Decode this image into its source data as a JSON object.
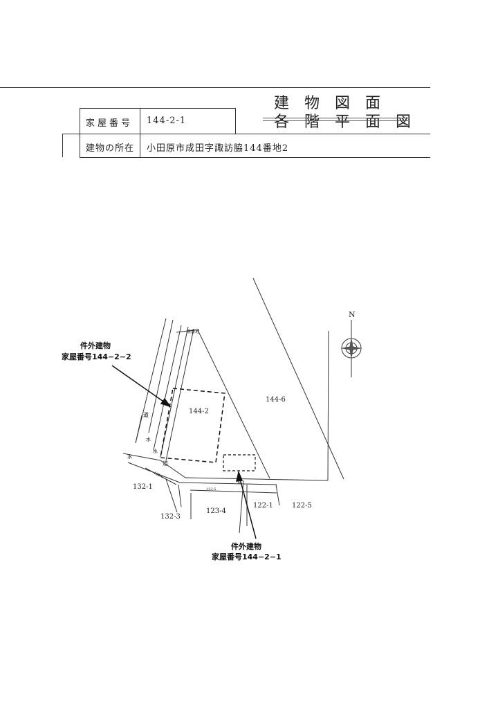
{
  "header": {
    "title_line1": "建　物　図　面",
    "title_line2": "各　階　平　面　図",
    "house_number_label": "家屋番号",
    "house_number_value": "144-2-1",
    "location_label": "建物の所在",
    "location_value": "小田原市成田字諏訪脇144番地2"
  },
  "map": {
    "compass_label": "N",
    "lots": {
      "lot_144_2": "144-2",
      "lot_144_6": "144-6",
      "lot_132_1": "132-1",
      "lot_132_3": "132-3",
      "lot_123_4": "123-4",
      "lot_122_1": "122-1",
      "lot_122_5": "122-5",
      "lot_123_5": "123-5",
      "lot_122_4": "122-4",
      "no_lot_number": "無番地"
    },
    "features": {
      "road_1": "道",
      "road_2": "道",
      "road_3": "道",
      "water_1": "水",
      "water_2": "水",
      "water_3": "水"
    },
    "callouts": {
      "upper_line1": "件外建物",
      "upper_line2": "家屋番号144−2−2",
      "lower_line1": "件外建物",
      "lower_line2": "家屋番号144−2−1"
    }
  }
}
